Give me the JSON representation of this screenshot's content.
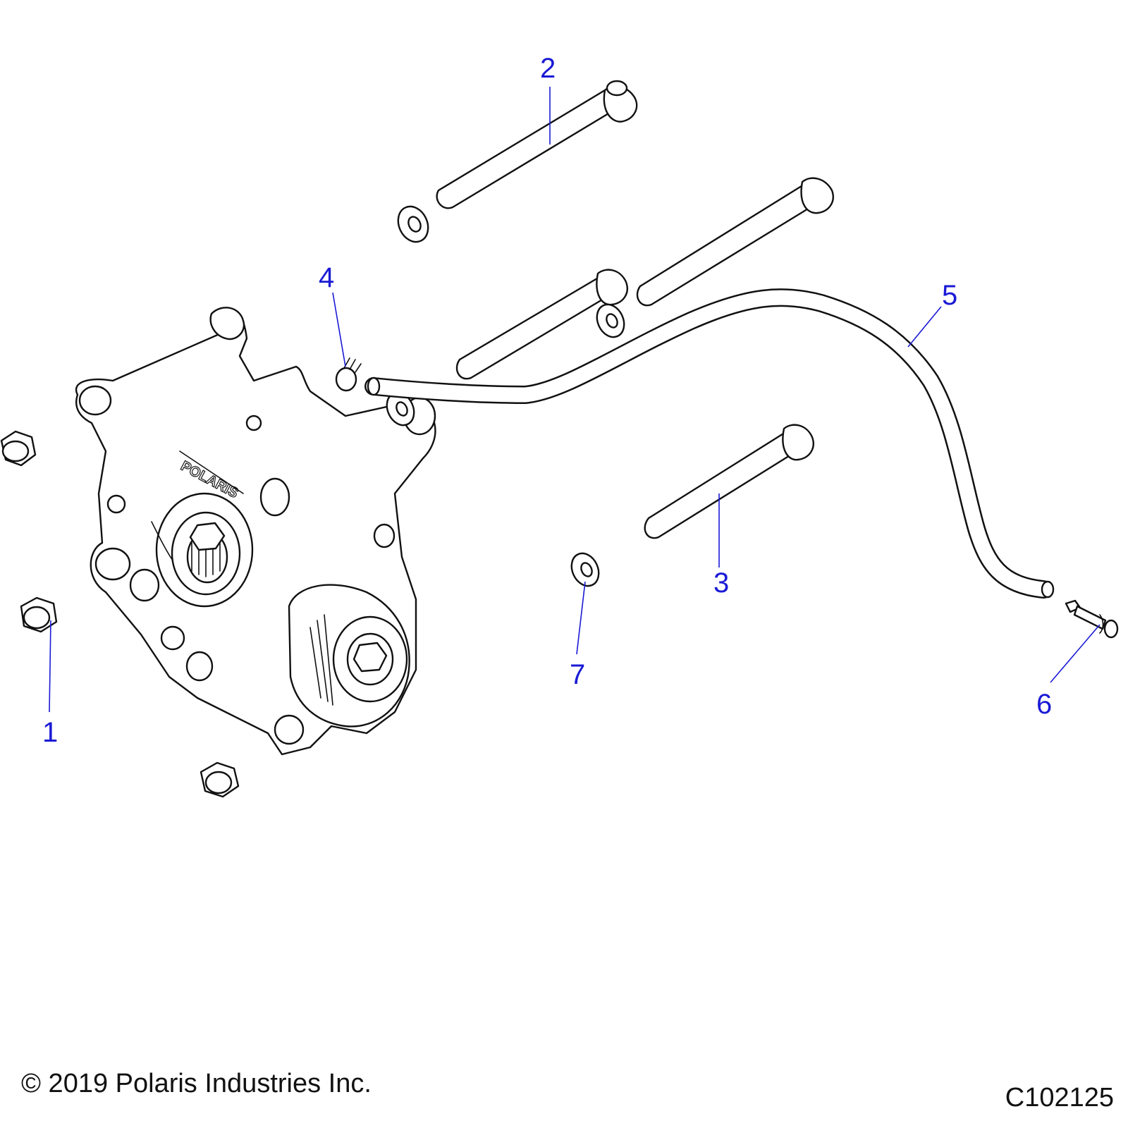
{
  "diagram": {
    "logo_text": "POLARIS",
    "callouts": {
      "c1": "1",
      "c2": "2",
      "c3": "3",
      "c4": "4",
      "c5": "5",
      "c6": "6",
      "c7": "7"
    }
  },
  "footer": {
    "copyright": "© 2019 Polaris Industries Inc.",
    "figure_code": "C102125"
  },
  "colors": {
    "callout": "#1a1ad6",
    "linework": "#111111",
    "background": "#ffffff"
  }
}
